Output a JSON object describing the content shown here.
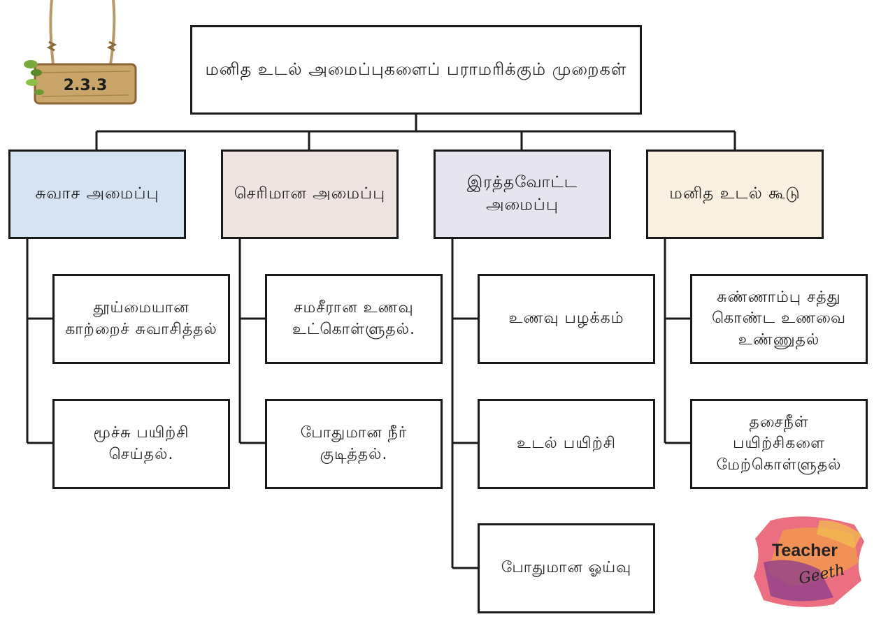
{
  "badge": {
    "label": "2.3.3"
  },
  "root": {
    "text": "மனித உடல் அமைப்புகளைப் பராமரிக்கும் முறைகள்"
  },
  "categories": [
    {
      "label": "சுவாச அமைப்பு",
      "color": "#d6e3f3",
      "items": [
        "தூய்மையான காற்றைச் சுவாசித்தல்",
        "மூச்சு பயிற்சி செய்தல்."
      ]
    },
    {
      "label": "செரிமான அமைப்பு",
      "color": "#efe4e1",
      "items": [
        "சமசீரான உணவு உட்கொள்ளுதல்.",
        "போதுமான நீர் குடித்தல்."
      ]
    },
    {
      "label": "இரத்தவோட்ட அமைப்பு",
      "color": "#e6e5ef",
      "items": [
        "உணவு பழக்கம்",
        "உடல் பயிற்சி",
        "போதுமான ஓய்வு"
      ]
    },
    {
      "label": "மனித உடல் கூடு",
      "color": "#fbf1e2",
      "items": [
        "சுண்ணாம்பு சத்து கொண்ட உணவை உண்ணுதல்",
        "தசைநீள் பயிற்சிகளை மேற்கொள்ளுதல்"
      ]
    }
  ],
  "logo": {
    "text": "Teacher",
    "signature": "Geeth"
  }
}
